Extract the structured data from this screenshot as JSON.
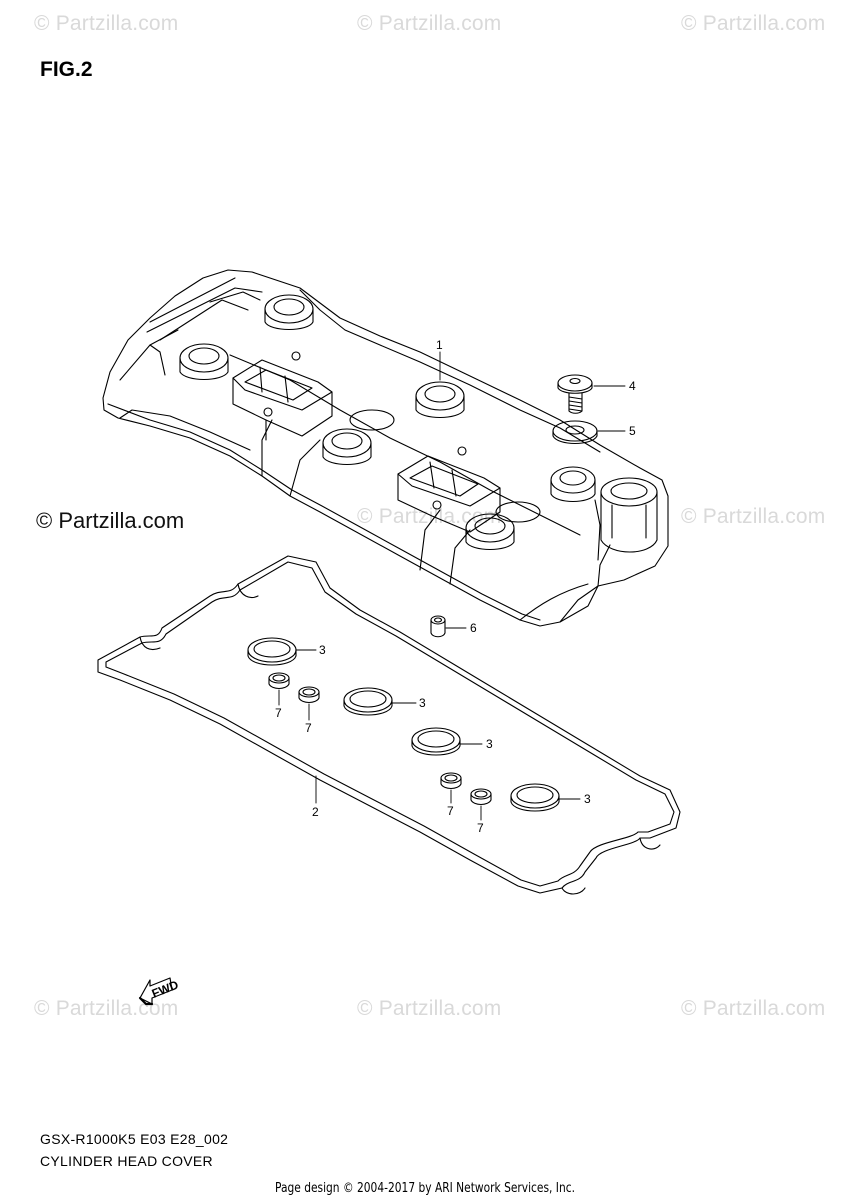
{
  "figure": {
    "title": "FIG.2"
  },
  "watermark": {
    "text": "© Partzilla.com"
  },
  "copyright": "© Partzilla.com",
  "callouts": {
    "n1": "1",
    "n2": "2",
    "n3": "3",
    "n4": "4",
    "n5": "5",
    "n6": "6",
    "n7": "7"
  },
  "fwd_label": "FWD",
  "footer": {
    "code": "GSX-R1000K5 E03 E28_002",
    "caption": "CYLINDER HEAD COVER",
    "credit": "Page design © 2004-2017 by ARI Network Services, Inc."
  },
  "colors": {
    "line": "#000000",
    "watermark": "#d9d9d9"
  }
}
